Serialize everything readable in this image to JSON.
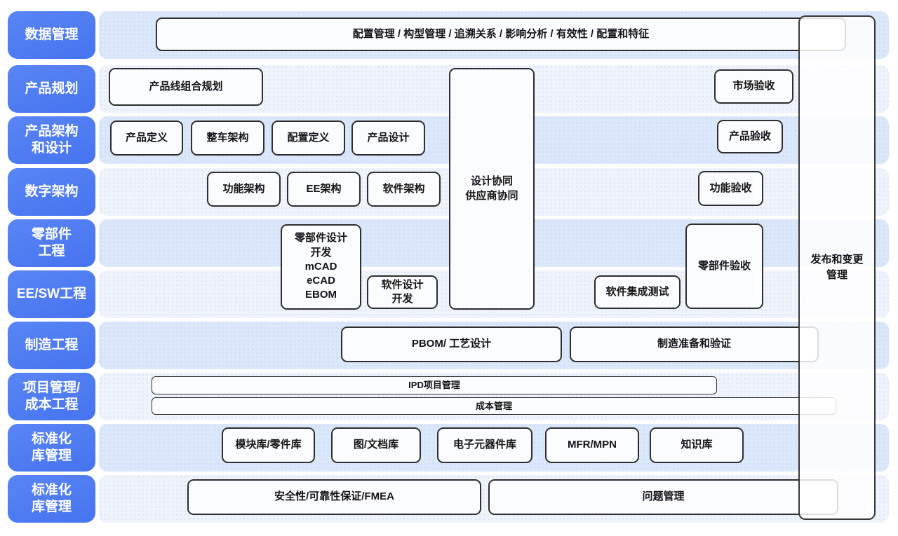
{
  "colors": {
    "row_label_blue": "#4c79f2",
    "band_dark": "#dbe7fa",
    "band_light": "#eef3fc",
    "box_border": "#2e2e2e",
    "box_fill": "#fbfcff",
    "text": "#141414"
  },
  "row_labels": [
    "数据管理",
    "产品规划",
    "产品架构\n和设计",
    "数字架构",
    "零部件\n工程",
    "EE/SW工程",
    "制造工程",
    "项目管理/\n成本工程",
    "标准化\n库管理",
    "标准化\n库管理"
  ],
  "boxes": {
    "config_mgmt": "配置管理 / 构型管理 / 追溯关系 / 影响分析 / 有效性 / 配置和特征",
    "product_line_planning": "产品线组合规划",
    "market_acceptance": "市场验收",
    "product_definition": "产品定义",
    "vehicle_architecture": "整车架构",
    "config_definition": "配置定义",
    "product_design": "产品设计",
    "product_acceptance": "产品验收",
    "functional_architecture": "功能架构",
    "ee_architecture": "EE架构",
    "software_architecture": "软件架构",
    "functional_acceptance": "功能验收",
    "parts_design_dev": "零部件设计\n开发\nmCAD\neCAD\nEBOM",
    "software_design_dev": "软件设计\n开发",
    "software_integration_test": "软件集成测试",
    "parts_acceptance": "零部件验收",
    "design_collaboration": "设计协同\n供应商协同",
    "pbom_process_design": "PBOM/ 工艺设计",
    "mfg_prep_validation": "制造准备和验证",
    "ipd_project_mgmt": "IPD项目管理",
    "cost_mgmt": "成本管理",
    "module_parts_lib": "模块库/零件库",
    "doc_lib": "图/文档库",
    "electronic_components_lib": "电子元器件库",
    "mfr_mpn": "MFR/MPN",
    "knowledge_lib": "知识库",
    "safety_reliability_fmea": "安全性/可靠性保证/FMEA",
    "issue_mgmt": "问题管理",
    "release_change_mgmt": "发布和变更\n管理"
  }
}
